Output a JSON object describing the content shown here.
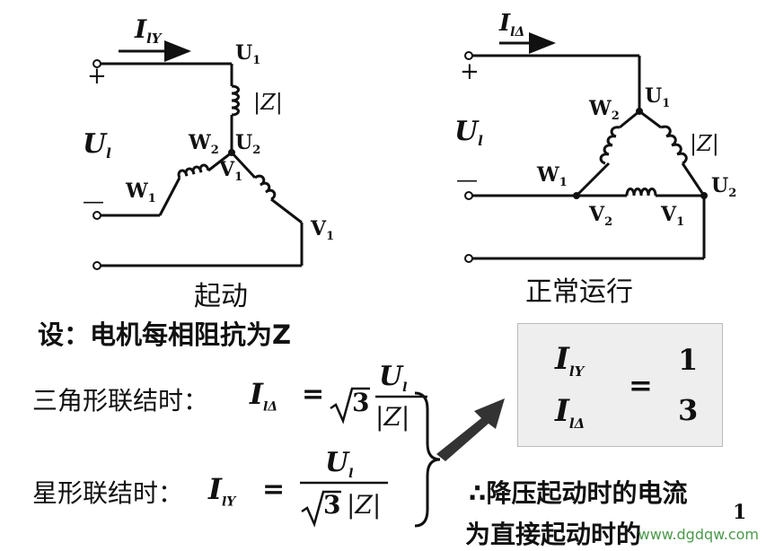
{
  "left_diagram": {
    "current_label": "I_lY",
    "plus": "+",
    "minus": "—",
    "voltage_label": "U_l",
    "nodes": {
      "U1": "U",
      "U1_sub": "1",
      "U2": "U",
      "U2_sub": "2",
      "W1": "W",
      "W1_sub": "1",
      "W2": "W",
      "W2_sub": "2",
      "V1": "V",
      "V1_sub": "1",
      "V1b": "V",
      "V1b_sub": "1"
    },
    "impedance": "|Z|",
    "caption": "起动"
  },
  "right_diagram": {
    "current_label": "I_lΔ",
    "plus": "+",
    "minus": "—",
    "voltage_label": "U_l",
    "nodes": {
      "U1": "U",
      "U1_sub": "1",
      "U2": "U",
      "U2_sub": "2",
      "W1": "W",
      "W1_sub": "1",
      "W2": "W",
      "W2_sub": "2",
      "V1": "V",
      "V1_sub": "1",
      "V2": "V",
      "V2_sub": "2"
    },
    "impedance": "|Z|",
    "caption": "正常运行"
  },
  "text": {
    "assumption": "设：电机每相阻抗为Z",
    "delta_label": "三角形联结时：",
    "star_label": "星形联结时：",
    "conclusion_line1": "∴降压起动时的电流",
    "conclusion_line2": "为直接起动时的"
  },
  "formula": {
    "delta_lhs": "I",
    "delta_lhs_sub": "lΔ",
    "eq": "=",
    "sqrt3": "3",
    "ul": "U",
    "ul_sub": "l",
    "z": "|Z|",
    "star_lhs": "I",
    "star_lhs_sub": "lY",
    "ratio_num": "I",
    "ratio_num_sub": "lY",
    "ratio_den": "I",
    "ratio_den_sub": "lΔ",
    "ratio_value_num": "1",
    "ratio_value_den": "3",
    "fraction_tail": "1"
  },
  "watermark": "www.dgdqw.com"
}
